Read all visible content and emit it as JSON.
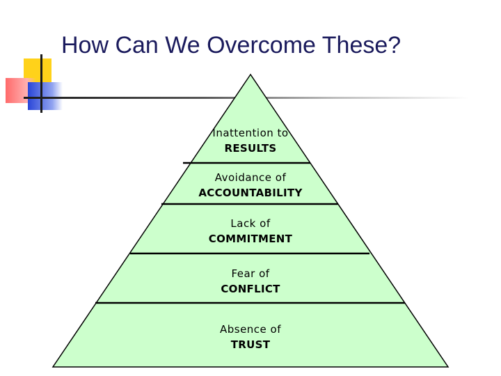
{
  "slide": {
    "title": "How Can We Overcome These?"
  },
  "pyramid": {
    "fill_color": "#ccffcc",
    "outline_color": "#000000",
    "levels": [
      {
        "line1": "Inattention to",
        "line2": "RESULTS"
      },
      {
        "line1": "Avoidance of",
        "line2": "ACCOUNTABILITY"
      },
      {
        "line1": "Lack of",
        "line2": "COMMITMENT"
      },
      {
        "line1": "Fear of",
        "line2": "CONFLICT"
      },
      {
        "line1": "Absence of",
        "line2": "TRUST"
      }
    ]
  }
}
